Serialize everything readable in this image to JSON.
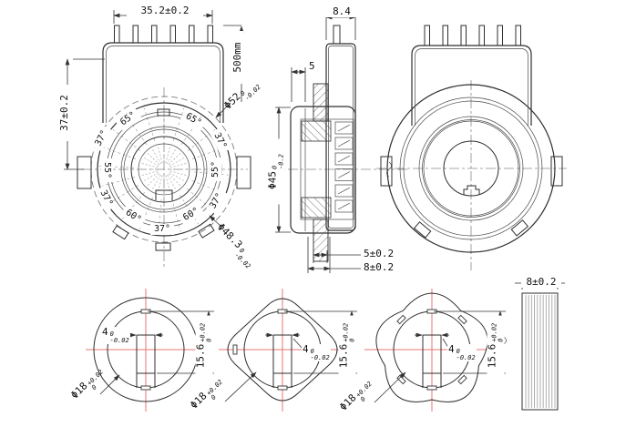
{
  "front_view": {
    "dim_width": "35.2±0.2",
    "dim_height": "37±0.2",
    "cable_length": "500mm",
    "dia_outer": {
      "d": "Φ52",
      "t": "0",
      "b": "-0.02"
    },
    "dia_body": {
      "d": "Φ48.3",
      "t": "0",
      "b": "-0.02"
    },
    "angles": [
      "65°",
      "65°",
      "37°",
      "37°",
      "55°",
      "55°",
      "37°",
      "37°",
      "60°",
      "60°",
      "37°"
    ]
  },
  "side_view": {
    "dim_depth": "8.4",
    "dim_cap": "5",
    "dia_flange": {
      "d": "Φ45",
      "t": "0",
      "b": "-0.2"
    },
    "dim_shaft": "5±0.2",
    "dim_hub": "8±0.2"
  },
  "rotor_views": {
    "key_width": {
      "d": "4",
      "t": "0",
      "b": "-0.02"
    },
    "flat_height": {
      "d": "15.6",
      "t": "+0.02",
      "b": "0"
    },
    "bore": {
      "d": "Φ18",
      "t": "+0.02",
      "b": "0"
    }
  },
  "strip": {
    "dim_width": "8±0.2"
  }
}
